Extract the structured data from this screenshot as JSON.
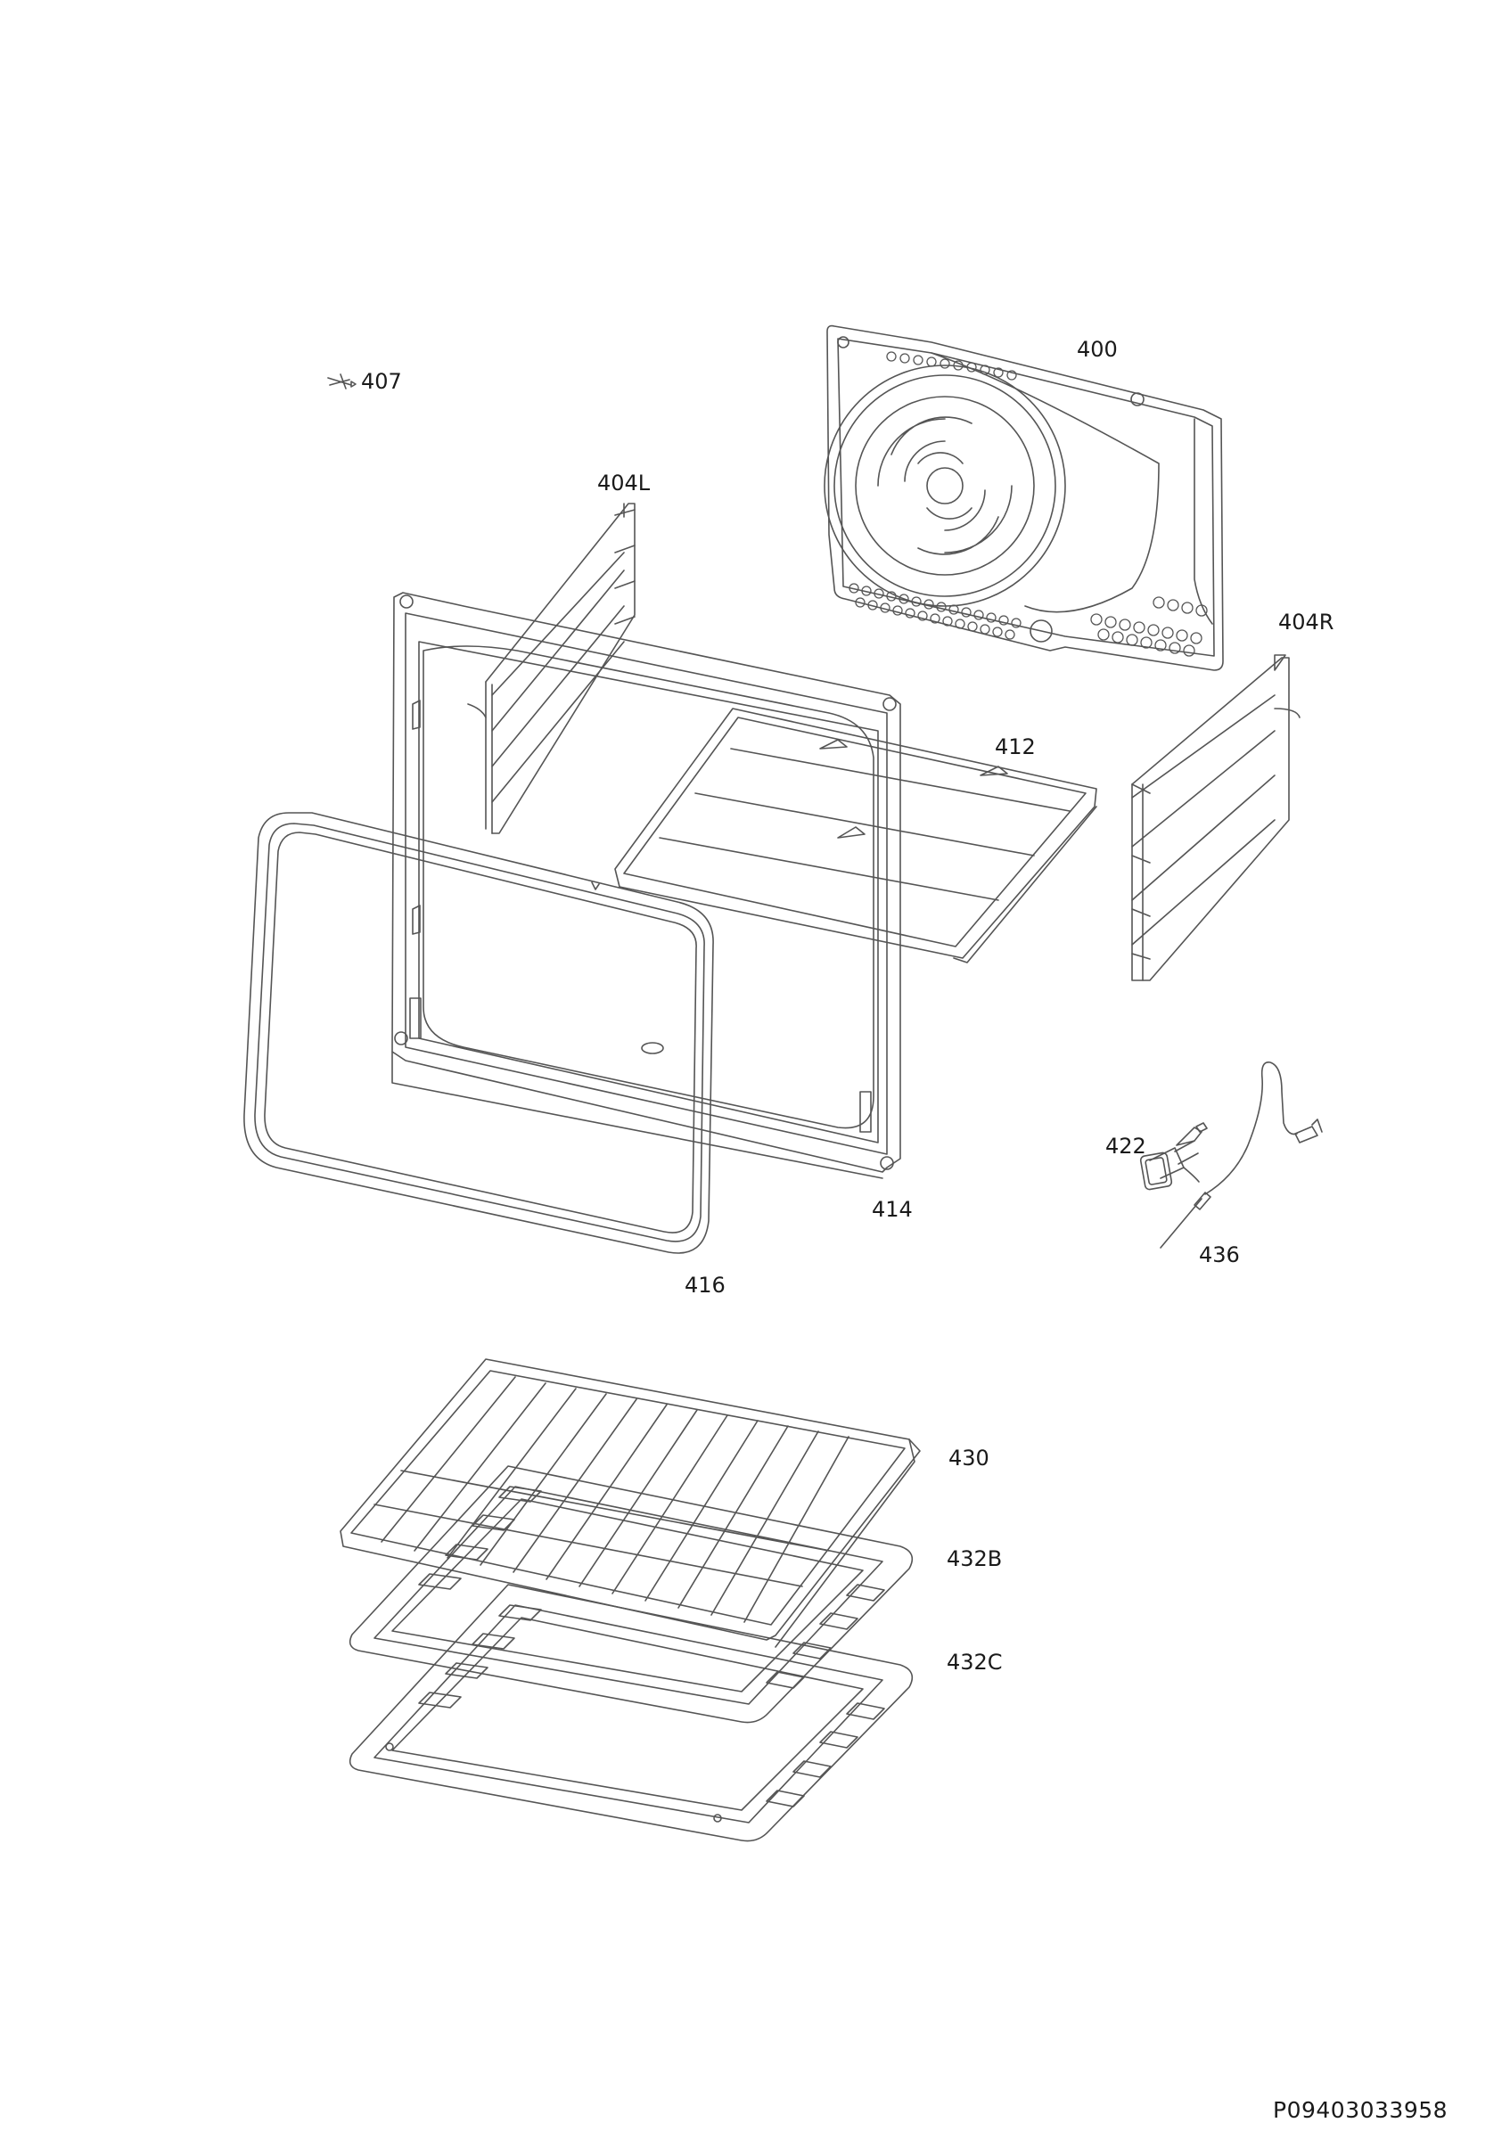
{
  "document_id": "P09403033958",
  "callouts": {
    "p400": "400",
    "p404L": "404L",
    "p404R": "404R",
    "p407": "407",
    "p412": "412",
    "p414": "414",
    "p416": "416",
    "p422": "422",
    "p430": "430",
    "p432B": "432B",
    "p432C": "432C",
    "p436": "436"
  },
  "colors": {
    "line": "#555555",
    "text": "#1a1a1a",
    "background": "#ffffff"
  }
}
